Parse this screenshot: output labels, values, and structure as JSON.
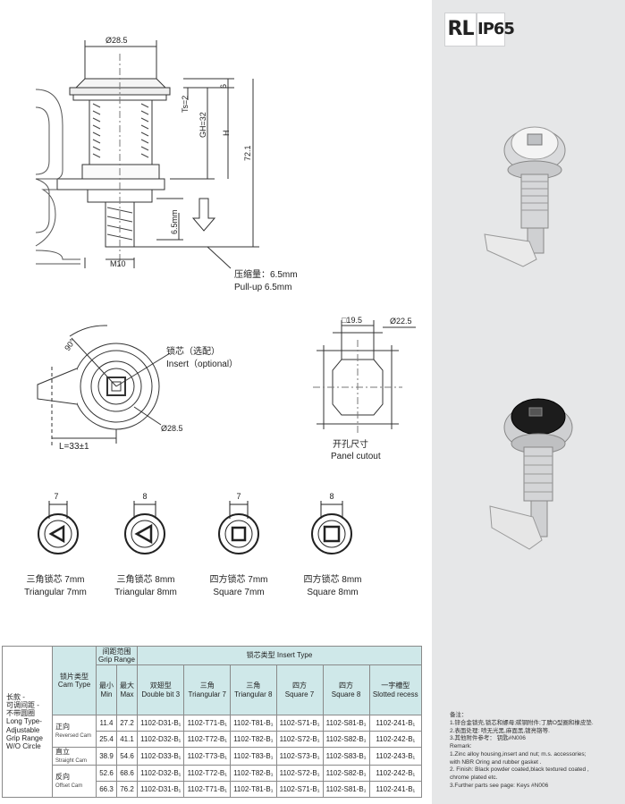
{
  "badges": {
    "rl": "RL",
    "ip": "IP65"
  },
  "drawing_labels": {
    "d285": "Ø28.5",
    "d6": "6",
    "ts": "Ts=2",
    "gh": "GH=32",
    "h": "H",
    "len721": "72.1",
    "stroke": "6.5mm",
    "m10": "M10",
    "pullup_cn": "压缩量：6.5mm",
    "pullup_en": "Pull-up 6.5mm",
    "angle": "90°",
    "insert_cn": "锁芯（选配）",
    "insert_en": "Insert（optional）",
    "front_d": "Ø28.5",
    "length": "L=33±1",
    "sq195": "□19.5",
    "d225": "Ø22.5",
    "cutout_cn": "开孔尺寸",
    "cutout_en": "Panel cutout"
  },
  "inserts": [
    {
      "size": "7",
      "cn": "三角锁芯 7mm",
      "en": "Triangular 7mm"
    },
    {
      "size": "8",
      "cn": "三角锁芯 8mm",
      "en": "Triangular 8mm"
    },
    {
      "size": "7",
      "cn": "四方锁芯 7mm",
      "en": "Square 7mm"
    },
    {
      "size": "8",
      "cn": "四方锁芯 8mm",
      "en": "Square 8mm"
    }
  ],
  "table": {
    "stub": [
      "长款 -",
      "可调间距 -",
      "不带圆圈",
      "Long Type-",
      "Adjustable",
      "Grip Range",
      "W/O Circle"
    ],
    "cam_type_cn": "锁片类型",
    "cam_type_en": "Cam Type",
    "grip_cn": "间距范围",
    "grip_en": "Grip Range",
    "insert_type_cn": "锁芯类型",
    "insert_type_en": "Insert Type",
    "min_cn": "最小",
    "min_en": "Min",
    "max_cn": "最大",
    "max_en": "Max",
    "columns": [
      {
        "cn": "双翅型",
        "en": "Double bit 3"
      },
      {
        "cn": "三角",
        "en": "Triangular 7"
      },
      {
        "cn": "三角",
        "en": "Triangular 8"
      },
      {
        "cn": "四方",
        "en": "Square 7"
      },
      {
        "cn": "四方",
        "en": "Square 8"
      },
      {
        "cn": "一字槽型",
        "en": "Slotted recess"
      }
    ],
    "groups": [
      {
        "cn": "正向",
        "en": "Reversed Cam"
      },
      {
        "cn": "直立",
        "en": "Straight Cam"
      },
      {
        "cn": "反向",
        "en": "Offset Cam"
      }
    ],
    "rows": [
      [
        "11.4",
        "27.2",
        "1102-D31-B₁",
        "1102-T71-B₁",
        "1102-T81-B₁",
        "1102-S71-B₁",
        "1102-S81-B₁",
        "1102-241-B₁"
      ],
      [
        "25.4",
        "41.1",
        "1102-D32-B₁",
        "1102-T72-B₁",
        "1102-T82-B₁",
        "1102-S72-B₁",
        "1102-S82-B₁",
        "1102-242-B₁"
      ],
      [
        "38.9",
        "54.6",
        "1102-D33-B₁",
        "1102-T73-B₁",
        "1102-T83-B₁",
        "1102-S73-B₁",
        "1102-S83-B₁",
        "1102-243-B₁"
      ],
      [
        "52.6",
        "68.6",
        "1102-D32-B₁",
        "1102-T72-B₁",
        "1102-T82-B₁",
        "1102-S72-B₁",
        "1102-S82-B₁",
        "1102-242-B₁"
      ],
      [
        "66.3",
        "76.2",
        "1102-D31-B₁",
        "1102-T71-B₁",
        "1102-T81-B₁",
        "1102-S71-B₁",
        "1102-S81-B₁",
        "1102-241-B₁"
      ]
    ]
  },
  "remarks": [
    "备注：",
    "1.锌合金锁壳,锁芯和螺母;碳钢附件;丁腈O型圈和橡皮垫.",
    "2.表面处理: 喷无光黑,麻面黑,镀亮铬等.",
    "3.其他附件参考： 钥匙#N006",
    "Remark:",
    "1.Zinc alloy housing,insert and nut; m.s. accessories;",
    "with NBR Oring and rubber gasket .",
    "2. Finish: Black powder coated,black textured coated ,",
    "chrome plated etc.",
    "3.Further parts see page: Keys #N006"
  ],
  "colors": {
    "sidebar": "#e6e7e8",
    "table_header": "#cfe8e9",
    "line": "#333333"
  }
}
